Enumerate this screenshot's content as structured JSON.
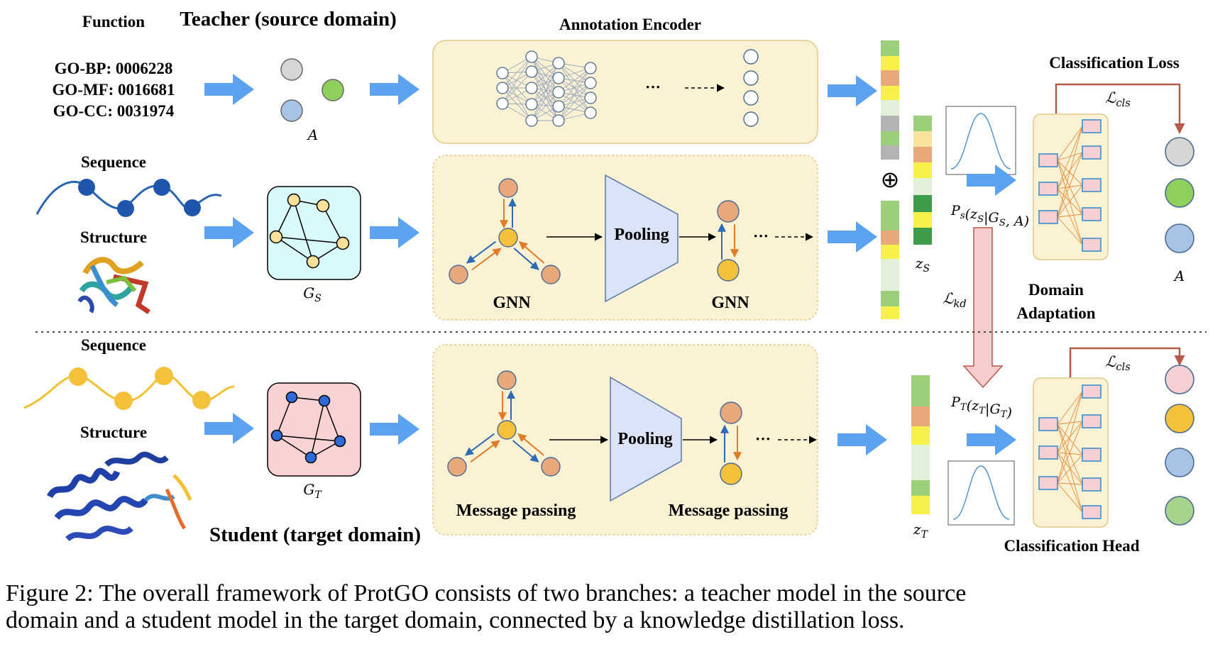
{
  "teacher_title": "Teacher (source domain)",
  "student_title": "Student (target domain)",
  "function_label": "Function",
  "go_terms": [
    "GO-BP:  0006228",
    "GO-MF: 0016681",
    "GO-CC: 0031974"
  ],
  "annotation_encoder_label": "Annotation Encoder",
  "annotation_symbol": "A",
  "sequence_label": "Sequence",
  "structure_label": "Structure",
  "source_graph_symbol": "G_S",
  "target_graph_symbol": "G_T",
  "pooling_label": "Pooling",
  "gnn_label": "GNN",
  "message_passing_label": "Message passing",
  "ellipsis": "···",
  "concat_symbol": "⊕",
  "zs_symbol": "z_S",
  "zt_symbol": "z_T",
  "ps_formula": "P_s(z_S|G_S, A)",
  "pt_formula": "P_T(z_T|G_T)",
  "lkd_symbol": "ℒ_kd",
  "lcls_symbol": "ℒ_cls",
  "classification_loss_label": "Classification  Loss",
  "domain_adaptation_label": [
    "Domain",
    "Adaptation"
  ],
  "classification_head_label": "Classification Head",
  "caption": [
    "Figure 2: The overall framework of ProtGO consists of two branches: a teacher model in the source",
    "domain and a student model in the target domain, connected by a knowledge distillation loss."
  ],
  "colors": {
    "arrow_blue": "#5ba3f0",
    "panel_fill": "#fbf1d3",
    "trapezoid_fill": "#dae3f7",
    "node_orange": "#e8a87c",
    "node_yellow": "#f5c13a",
    "graph_cyan_bg": "#d8fafa",
    "graph_pink_bg": "#f9d3d3",
    "kd_arrow_fill": "#f6cccc",
    "loss_arrow": "#b55a4a"
  }
}
